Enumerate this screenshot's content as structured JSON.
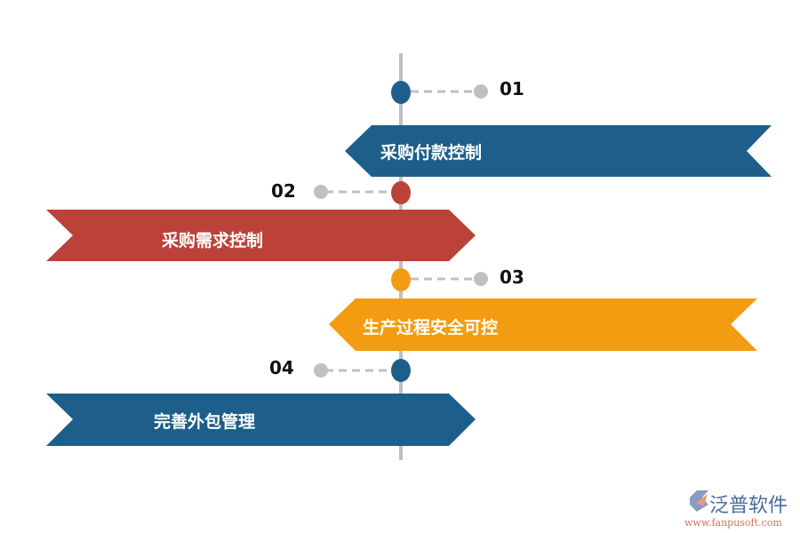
{
  "colors": {
    "blue": "#1d5f8a",
    "red": "#bb4139",
    "orange": "#f39c12",
    "line": "#c0c0c0"
  },
  "steps": [
    {
      "number": "01",
      "label": "采购付款控制",
      "color": "#1d5f8a"
    },
    {
      "number": "02",
      "label": "采购需求控制",
      "color": "#bb4139"
    },
    {
      "number": "03",
      "label": "生产过程安全可控",
      "color": "#f39c12"
    },
    {
      "number": "04",
      "label": "完善外包管理",
      "color": "#1d5f8a"
    }
  ],
  "logo": {
    "name": "泛普软件",
    "url": "www.fanpusoft.com"
  }
}
